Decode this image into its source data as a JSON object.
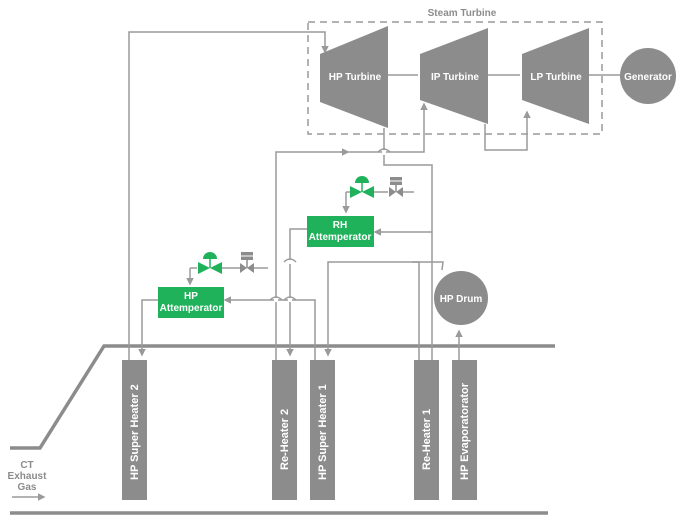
{
  "steam_turbine": {
    "title": "Steam Turbine",
    "hp_turbine": "HP Turbine",
    "ip_turbine": "IP Turbine",
    "lp_turbine": "LP Turbine",
    "generator": "Generator"
  },
  "attemperators": {
    "rh_line1": "RH",
    "rh_line2": "Attemperator",
    "hp_line1": "HP",
    "hp_line2": "Attemperator"
  },
  "drum": {
    "label": "HP Drum"
  },
  "hrsg": {
    "hp_super_heater_2": "HP Super Heater 2",
    "re_heater_2": "Re-Heater 2",
    "hp_super_heater_1": "HP Super Heater 1",
    "re_heater_1": "Re-Heater 1",
    "hp_evaporator": "HP Evaporatorator"
  },
  "exhaust": {
    "line1": "CT",
    "line2": "Exhaust",
    "line3": "Gas"
  },
  "colors": {
    "equipment": "#8c8c8c",
    "piping": "#9a9a9a",
    "attemperator": "#1fb25a",
    "valve_control": "#1fb25a",
    "valve_isolation": "#8c8c8c",
    "dashed_box": "#9a9a9a"
  }
}
